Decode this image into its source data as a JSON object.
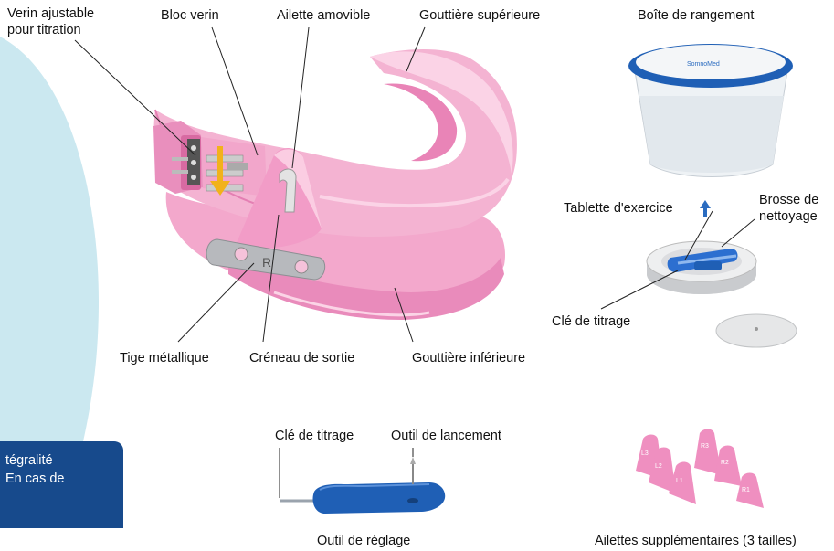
{
  "labels": {
    "verin_ajustable_1": "Verin ajustable",
    "verin_ajustable_2": "pour titration",
    "bloc_verin": "Bloc verin",
    "ailette_amovible": "Ailette amovible",
    "gouttiere_superieure": "Gouttière supérieure",
    "boite_rangement": "Boîte de rangement",
    "tablette_exercice": "Tablette d'exercice",
    "brosse_1": "Brosse de",
    "brosse_2": "nettoyage",
    "cle_titrage": "Clé de titrage",
    "tige_metallique": "Tige métallique",
    "creneau_sortie": "Créneau de sortie",
    "gouttiere_inferieure": "Gouttière inférieure",
    "cle_titrage_outil": "Clé de titrage",
    "outil_lancement": "Outil de lancement",
    "outil_reglage": "Outil de réglage",
    "ailettes_supp": "Ailettes supplémentaires (3 tailles)"
  },
  "device": {
    "brand_on_lid": "SomnoMed",
    "fin_letter": "R"
  },
  "fins": [
    "L3",
    "L2",
    "L1",
    "R3",
    "R2",
    "R1"
  ],
  "infobox": {
    "line1": "tégralité",
    "line2": "En cas de"
  },
  "colors": {
    "pink_light": "#f6b9d6",
    "pink_mid": "#ee8fbf",
    "pink_dark": "#d9659f",
    "blue_tool": "#1f5fb5",
    "blue_dark": "#174a8c",
    "bg_arc": "#cbe8f0",
    "arrow_yellow": "#f2b21b"
  }
}
